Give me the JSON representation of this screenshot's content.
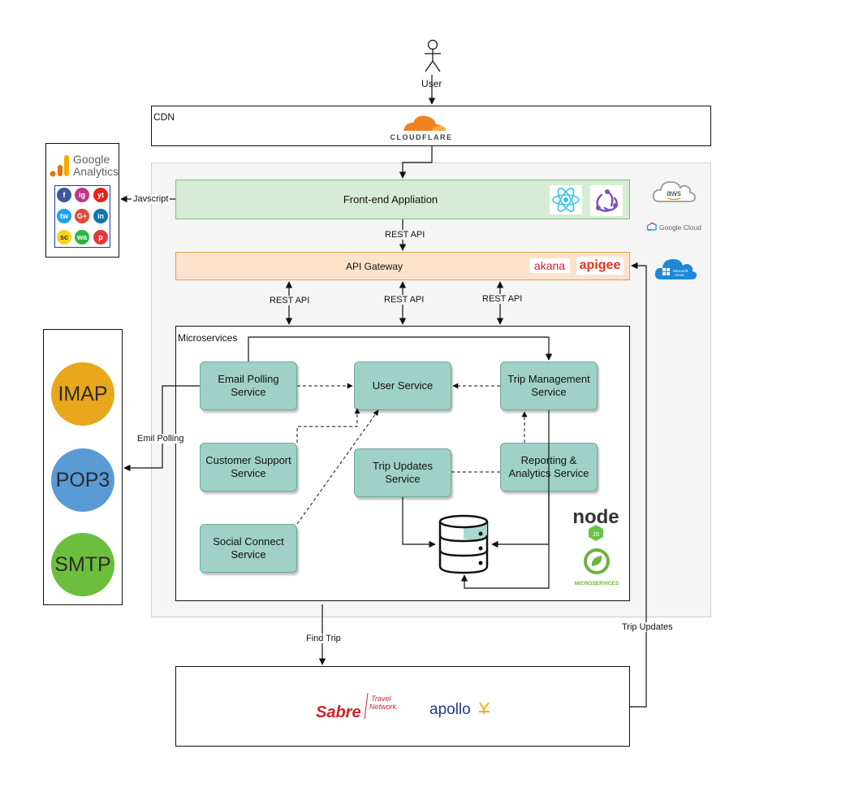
{
  "user": {
    "label": "User"
  },
  "cdn": {
    "label": "CDN",
    "logo": "CLOUDFLARE"
  },
  "frontend": {
    "label": "Front-end Appliation"
  },
  "gateway": {
    "label": "API Gateway",
    "logos": [
      "akana",
      "apigee"
    ]
  },
  "cloud_providers": {
    "aws": "aws",
    "google_cloud": "Google Cloud",
    "azure": "Microsoft Azure"
  },
  "analytics": {
    "brand_line1": "Google",
    "brand_line2": "Analytics",
    "social_icons": [
      "f",
      "ig",
      "yt",
      "tw",
      "G+",
      "in",
      "sc",
      "wa",
      "p"
    ]
  },
  "edges": {
    "javascript": "Javscript",
    "rest_api_top": "REST API",
    "rest_api_1": "REST API",
    "rest_api_2": "REST API",
    "rest_api_3": "REST API",
    "email_polling": "Emil Polling",
    "find_trip": "Find Trip",
    "trip_updates": "Trip Updates"
  },
  "microservices": {
    "label": "Microservices",
    "email_polling": "Email Polling Service",
    "user_service": "User Service",
    "trip_management": "Trip Management Service",
    "customer_support": "Customer Support Service",
    "trip_updates": "Trip Updates Service",
    "reporting": "Reporting & Analytics Service",
    "social_connect": "Social Connect Service",
    "node_logo": "node",
    "node_js": "JS",
    "spring_logo": "MICROSERVICES"
  },
  "mail_protocols": {
    "imap": "IMAP",
    "pop3": "POP3",
    "smtp": "SMTP"
  },
  "external": {
    "sabre": "Sabre",
    "sabre_tagline_1": "Travel",
    "sabre_tagline_2": "Network.",
    "apollo": "apollo"
  },
  "colors": {
    "imap": "#e8a71c",
    "pop3": "#5a9bd6",
    "smtp": "#6cbf3c",
    "service_fill": "#9fd1c7",
    "frontend_fill": "#d7ecd4",
    "gateway_fill": "#fde3cc",
    "cloudflare": "#f38020",
    "sabre": "#d3202e",
    "apollo": "#1f3b8c"
  }
}
